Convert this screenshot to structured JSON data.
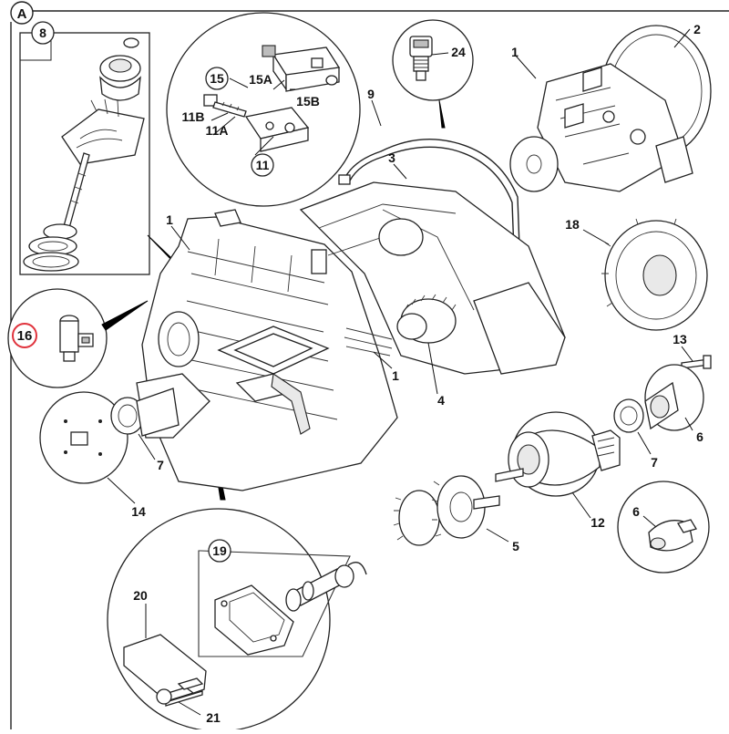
{
  "page": {
    "section_letter": "A"
  },
  "callouts": {
    "c1a": "1",
    "c2": "2",
    "c3": "3",
    "c4": "4",
    "c5": "5",
    "c6a": "6",
    "c6b": "6",
    "c7a": "7",
    "c7b": "7",
    "c8": "8",
    "c9": "9",
    "c11": "11",
    "c11a": "11A",
    "c11b": "11B",
    "c12": "12",
    "c13": "13",
    "c14": "14",
    "c15": "15",
    "c15a": "15A",
    "c15b": "15B",
    "c16": "16",
    "c18": "18",
    "c19": "19",
    "c20": "20",
    "c21": "21",
    "c24": "24",
    "c1b": "1",
    "c1c": "1"
  },
  "highlight": {
    "color": "#e0333d",
    "callout": "16"
  }
}
